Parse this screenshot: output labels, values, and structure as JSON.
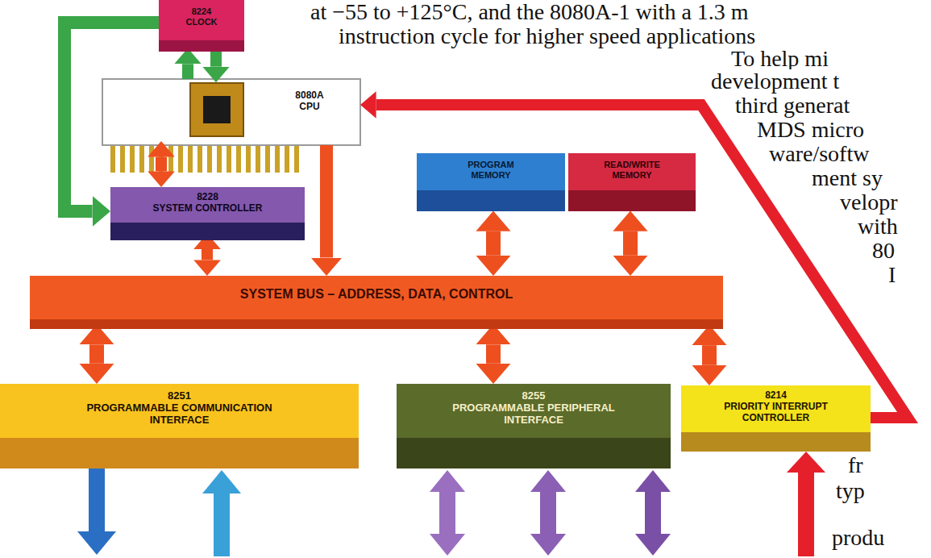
{
  "diagram": {
    "nodes": [
      {
        "text": [
          "8224",
          "CLOCK"
        ]
      },
      {
        "text": [
          "8080A",
          "CPU"
        ]
      },
      {
        "text": [
          "8228",
          "SYSTEM CONTROLLER"
        ]
      },
      {
        "text": [
          "PROGRAM MEMORY"
        ]
      },
      {
        "text": [
          "READ/WRITE MEMORY"
        ]
      },
      {
        "text": [
          "SYSTEM BUS – ADDRESS, DATA, CONTROL"
        ]
      },
      {
        "text": [
          "8251",
          "PROGRAMMABLE COMMUNICATION INTERFACE"
        ]
      },
      {
        "text": [
          "8255",
          "PROGRAMMABLE PERIPHERAL INTERFACE"
        ]
      },
      {
        "text": [
          "8214",
          "PRIORITY INTERRUPT CONTROLLER"
        ]
      }
    ],
    "edges": [
      {
        "from": 1,
        "to": 0,
        "arrow": "to"
      },
      {
        "from": 0,
        "to": 1,
        "arrow": "to"
      },
      {
        "from": 0,
        "to": 2,
        "arrow": "to"
      },
      {
        "from": 1,
        "to": 2,
        "arrow": "both"
      },
      {
        "from": 2,
        "to": 5,
        "arrow": "both"
      },
      {
        "from": 1,
        "to": 5,
        "arrow": "to"
      },
      {
        "from": 3,
        "to": 5,
        "arrow": "both"
      },
      {
        "from": 4,
        "to": 5,
        "arrow": "both"
      },
      {
        "from": 5,
        "to": 6,
        "arrow": "both"
      },
      {
        "from": 5,
        "to": 7,
        "arrow": "both"
      },
      {
        "from": 5,
        "to": 8,
        "arrow": "both"
      },
      {
        "from": 8,
        "to": 1,
        "arrow": "to"
      }
    ],
    "labels": [
      "at −55 to +125°C, and the 8080A-1 with a 1.3 m",
      "instruction cycle for higher speed applications",
      "To help mi",
      "development t",
      "third generat",
      "MDS micro",
      "ware/softw",
      "ment sy",
      "velopr",
      "with",
      "80",
      "I",
      "fr",
      "typ",
      "produ"
    ]
  }
}
